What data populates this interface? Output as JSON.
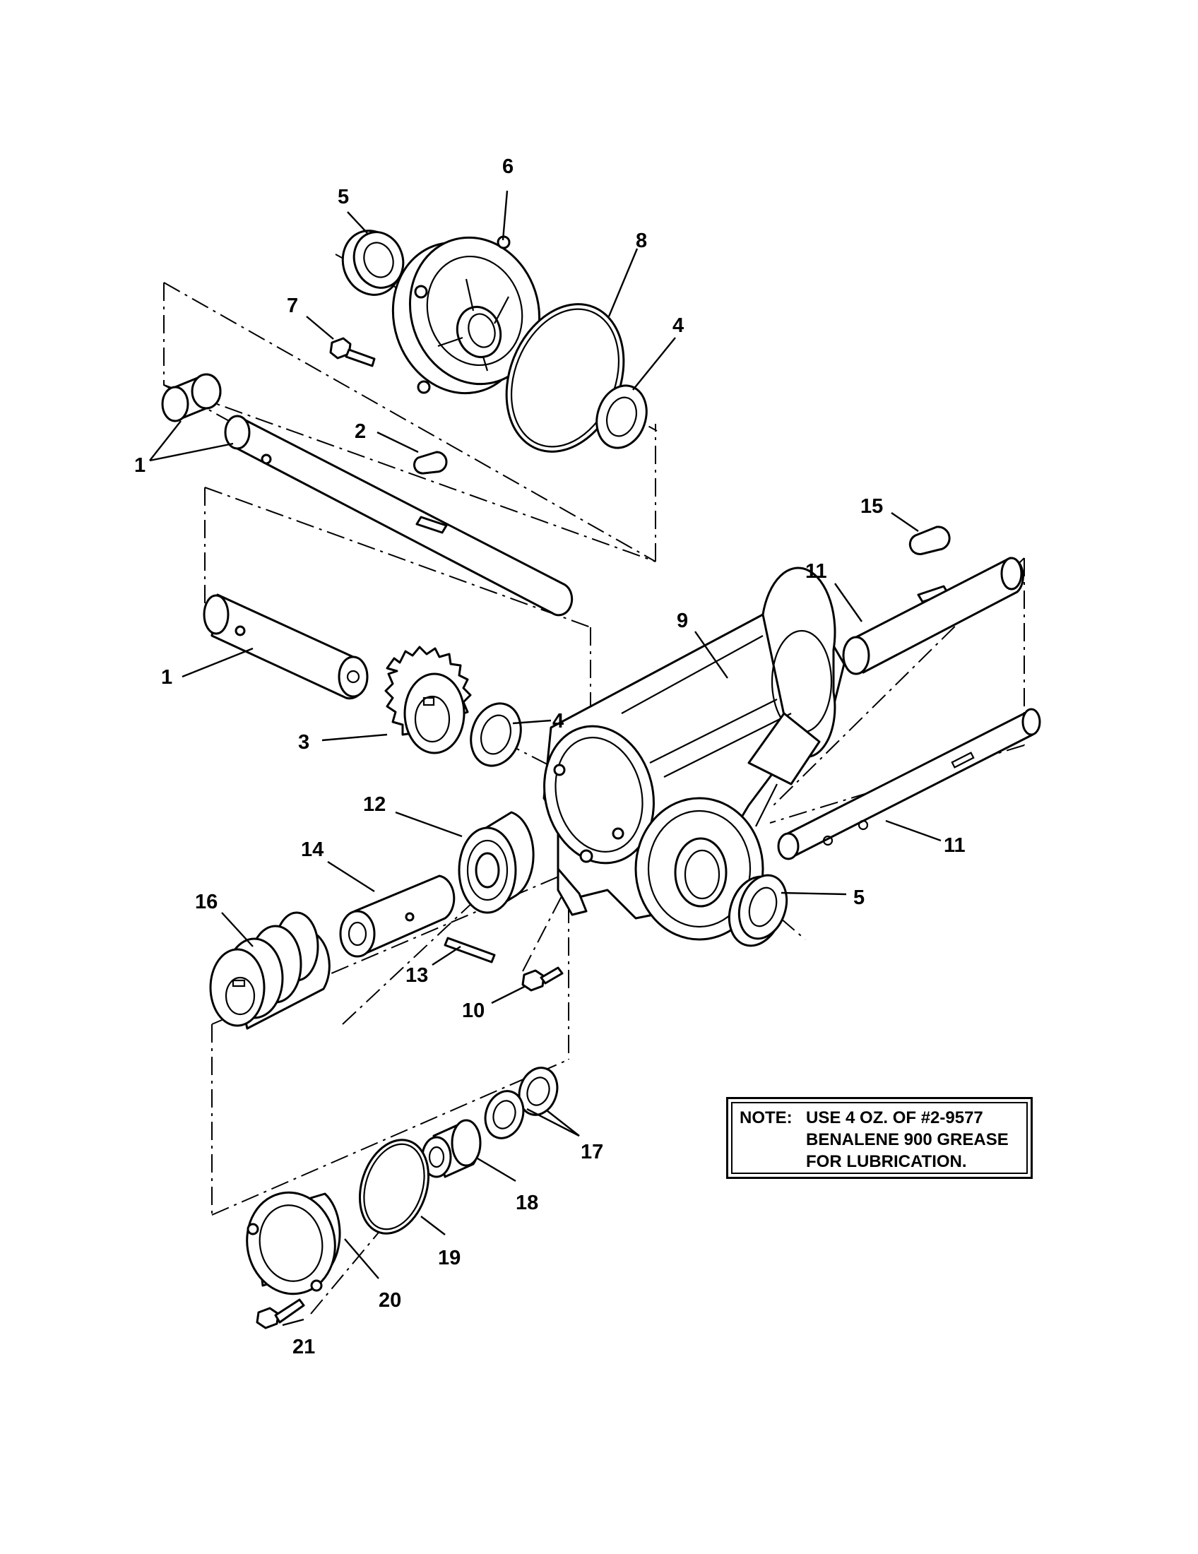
{
  "callouts": [
    {
      "id": "c6",
      "text": "6"
    },
    {
      "id": "c5a",
      "text": "5"
    },
    {
      "id": "c8",
      "text": "8"
    },
    {
      "id": "c7",
      "text": "7"
    },
    {
      "id": "c4a",
      "text": "4"
    },
    {
      "id": "c2",
      "text": "2"
    },
    {
      "id": "c1a",
      "text": "1"
    },
    {
      "id": "c15",
      "text": "15"
    },
    {
      "id": "c11a",
      "text": "11"
    },
    {
      "id": "c9",
      "text": "9"
    },
    {
      "id": "c1b",
      "text": "1"
    },
    {
      "id": "c4b",
      "text": "4"
    },
    {
      "id": "c3",
      "text": "3"
    },
    {
      "id": "c12",
      "text": "12"
    },
    {
      "id": "c11b",
      "text": "11"
    },
    {
      "id": "c14",
      "text": "14"
    },
    {
      "id": "c16",
      "text": "16"
    },
    {
      "id": "c5b",
      "text": "5"
    },
    {
      "id": "c13",
      "text": "13"
    },
    {
      "id": "c10",
      "text": "10"
    },
    {
      "id": "c17",
      "text": "17"
    },
    {
      "id": "c18",
      "text": "18"
    },
    {
      "id": "c19",
      "text": "19"
    },
    {
      "id": "c20",
      "text": "20"
    },
    {
      "id": "c21",
      "text": "21"
    }
  ],
  "note": {
    "label": "NOTE:",
    "text": "USE 4 OZ. OF #2-9577\nBENALENE 900 GREASE\nFOR LUBRICATION."
  }
}
